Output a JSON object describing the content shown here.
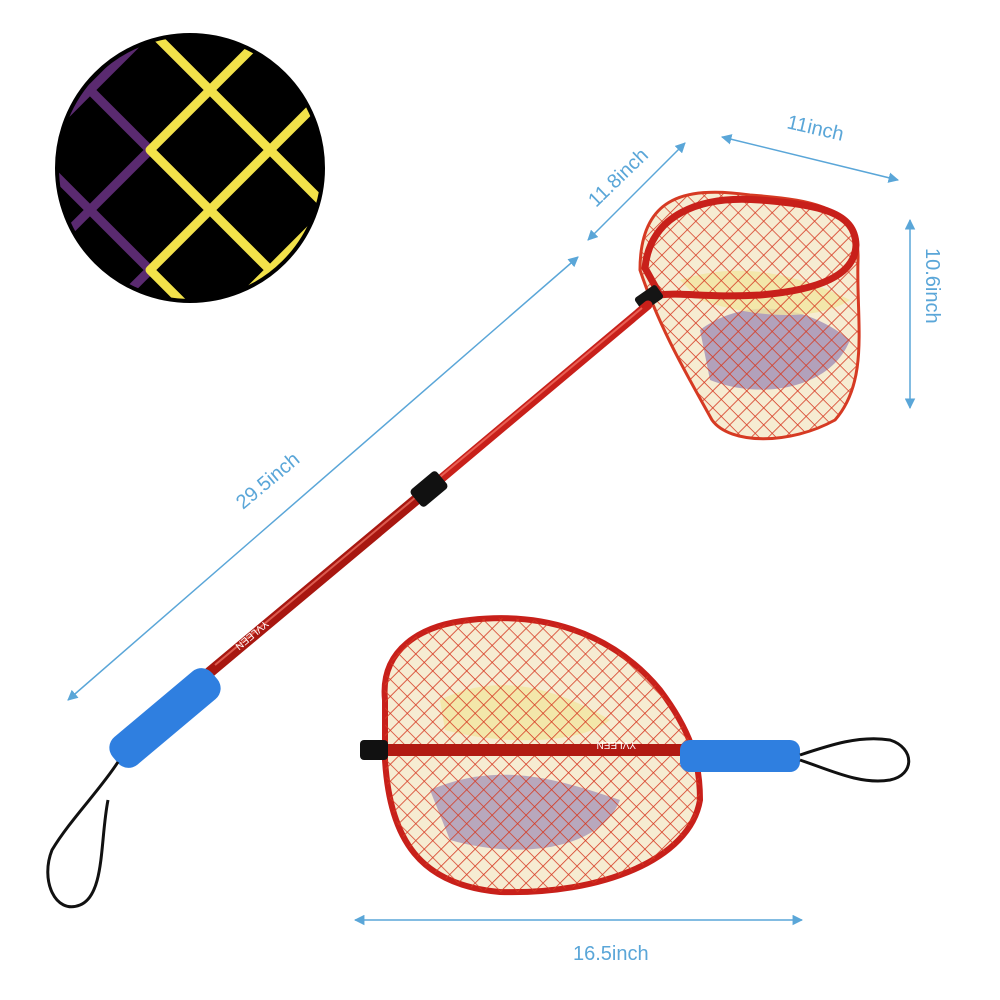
{
  "image": {
    "subject": "telescoping fishing landing net",
    "brand_mark": "YVLEEN",
    "colors": {
      "dimension": "#5aa6d8",
      "frame": "#c8201a",
      "net": "#d63a23",
      "grip": "#2f7fe0",
      "mesh_purple": "#5a2a70",
      "mesh_yellow": "#f2e24a"
    }
  },
  "dimensions": {
    "total_length": "29.5inch",
    "hoop_length": "11.8inch",
    "hoop_width": "11inch",
    "net_depth": "10.6inch",
    "folded_length": "16.5inch"
  }
}
